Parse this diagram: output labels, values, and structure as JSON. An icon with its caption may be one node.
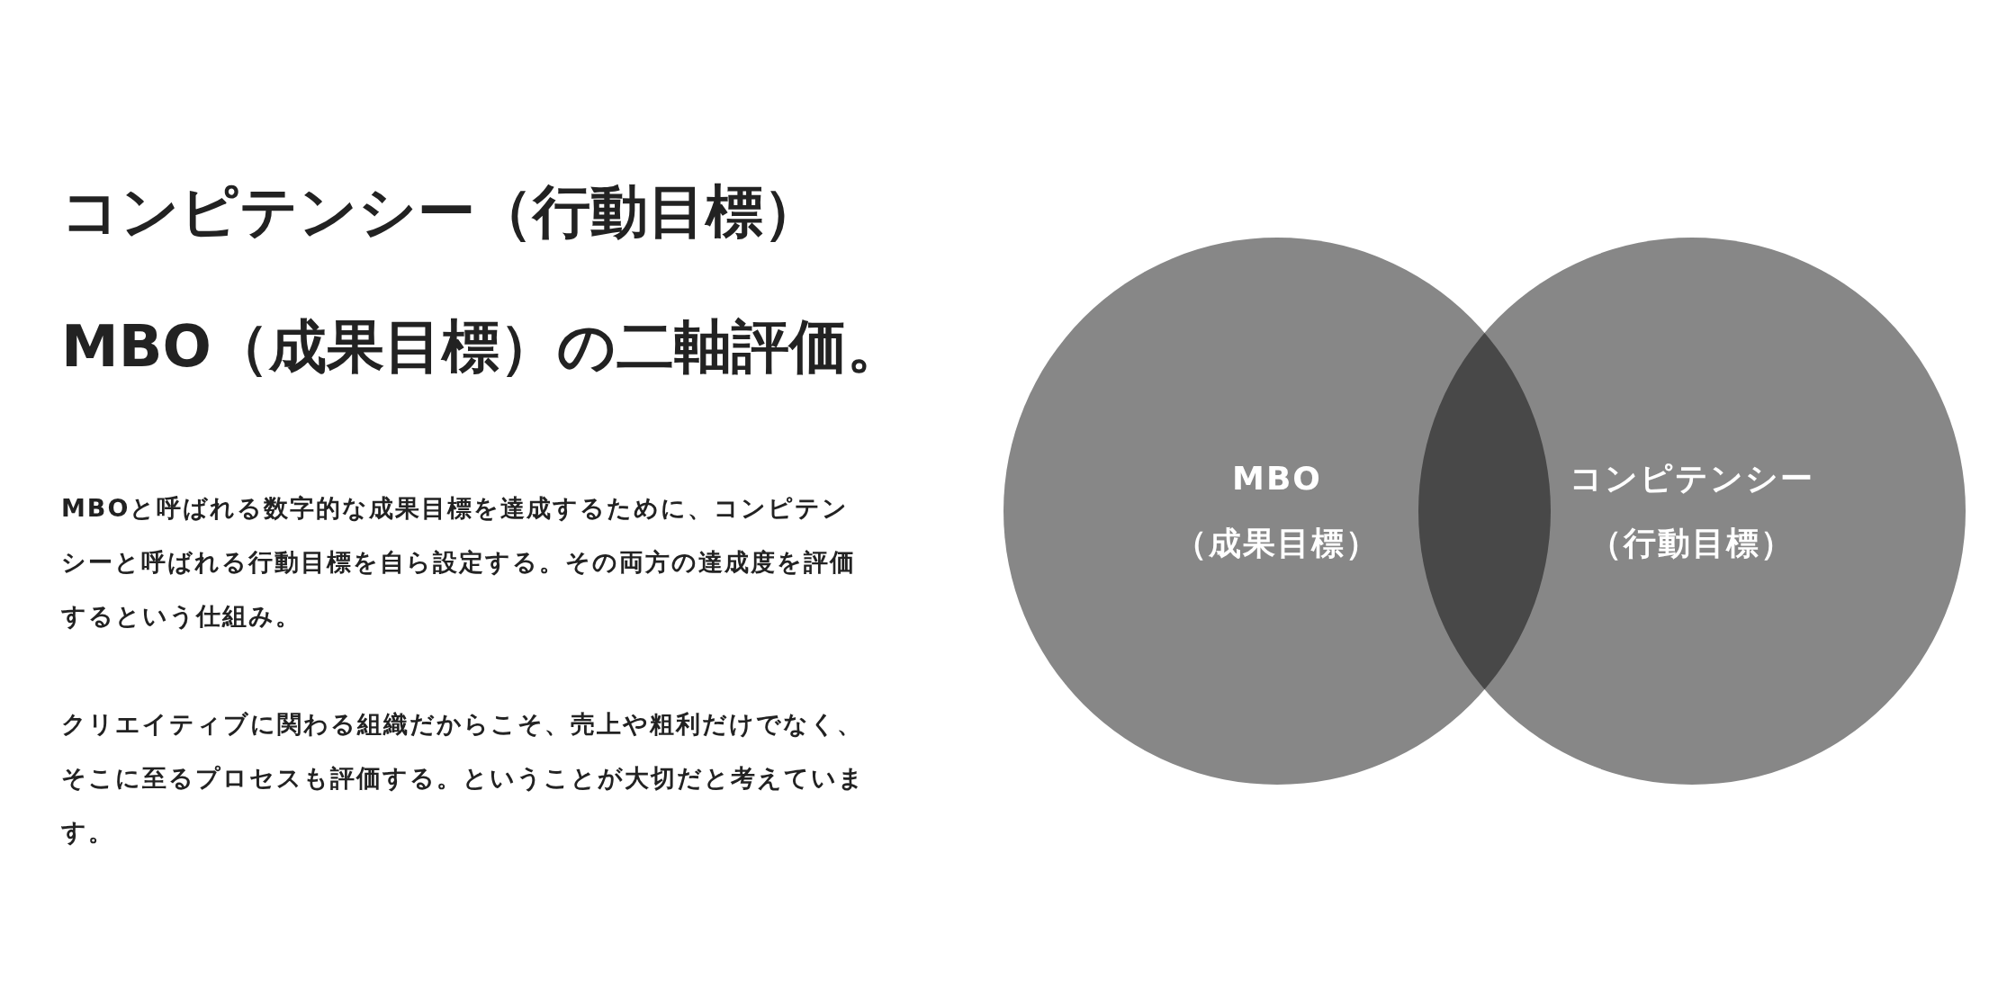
{
  "diagram": {
    "title": "コンピテンシー（行動目標）MBO（成果目標）の二軸評価。",
    "nodes": [
      {
        "text": [
          "MBO",
          "（成果目標）"
        ]
      },
      {
        "text": [
          "コンピテンシー",
          "（行動目標）"
        ]
      }
    ],
    "edges": [],
    "labels": [
      "MBOと呼ばれる数字的な成果目標を達成するために、コンピテンシーと呼ばれる行動目標を自ら設定する。その両方の達成度を評価するという仕組み。",
      "クリエイティブに関わる組織だからこそ、売上や粗利だけでなく、そこに至るプロセスも評価する。ということが大切だと考えています。"
    ]
  }
}
